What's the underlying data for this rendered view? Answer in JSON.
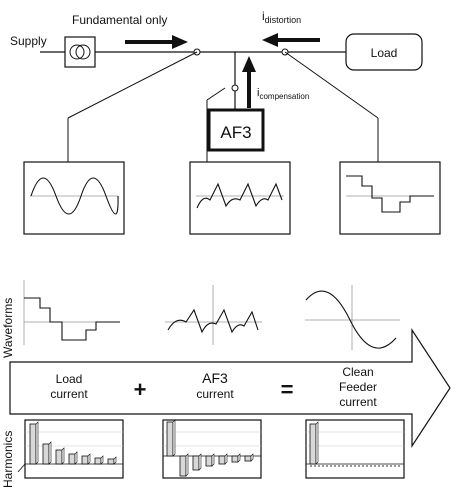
{
  "top": {
    "supply_label": "Supply",
    "fundamental_label": "Fundamental only",
    "i_distortion_main": "i",
    "i_distortion_sub": "distortion",
    "load_label": "Load",
    "i_compensation_main": "i",
    "i_compensation_sub": "compensation",
    "af3_label": "AF3"
  },
  "bottom": {
    "waveforms_label": "Waveforms",
    "harmonics_label": "Harmonics",
    "load_current_line1": "Load",
    "load_current_line2": "current",
    "plus_sign": "+",
    "af3_current_line1": "AF3",
    "af3_current_line2": "current",
    "equals_sign": "=",
    "clean_line1": "Clean",
    "clean_line2": "Feeder",
    "clean_line3": "current"
  },
  "colors": {
    "line": "#111111",
    "axis": "#999999",
    "wave": "#111111",
    "bar_fill": "#d8d8d8"
  }
}
